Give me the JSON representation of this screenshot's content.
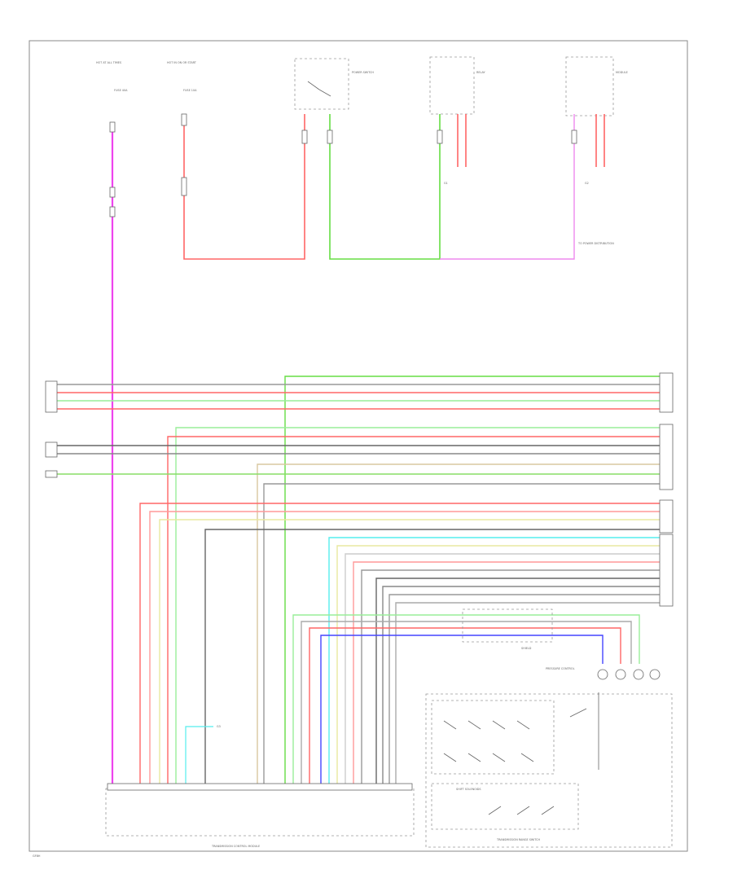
{
  "colors": {
    "pink": "#ee44ee",
    "red": "#ff6666",
    "green": "#66dd44",
    "gray": "#777777",
    "yellow": "#e8e8a0",
    "tan": "#d8c8a0",
    "cyan": "#55eeee",
    "blue": "#4444ff",
    "lightgreen": "#99ee99"
  },
  "labels": {
    "top_note_1": "HOT AT ALL TIMES",
    "top_note_2": "HOT IN ON OR START",
    "fuse_1": "FUSE 40A",
    "fuse_2": "FUSE 10A",
    "switch_top": "POWER SWITCH",
    "relay_top": "RELAY",
    "module_top": "MODULE",
    "ground_1": "G1",
    "ground_2": "G2",
    "ground_3": "G3",
    "mid_note": "TO POWER DISTRIBUTION",
    "bottom_main": "TRANSMISSION CONTROL MODULE",
    "bottom_right": "TRANSMISSION RANGE SWITCH",
    "bottom_right_box": "SHIFT SOLENOIDS",
    "bottom_right_sub": "PRESSURE CONTROL",
    "inset_label": "SHIELD",
    "page_id": "GFBH"
  }
}
